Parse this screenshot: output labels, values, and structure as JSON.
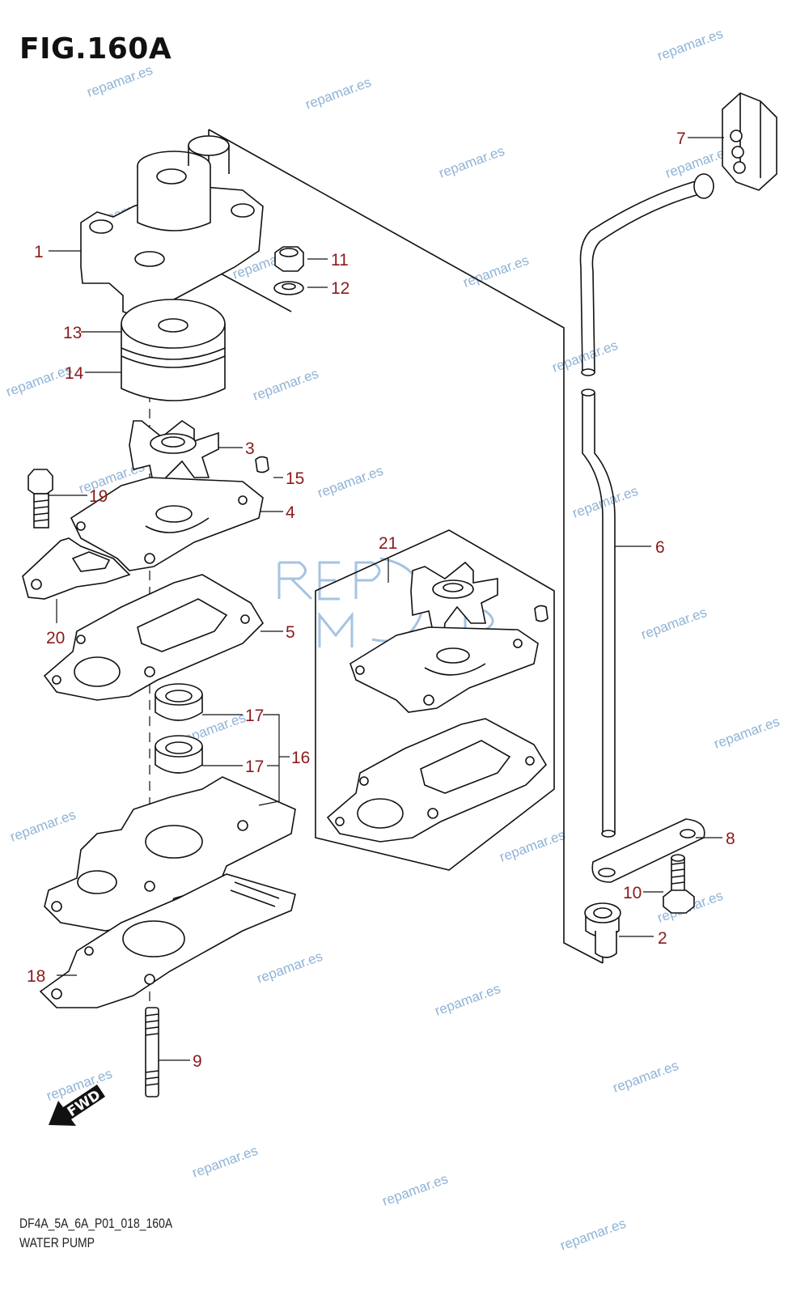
{
  "figure": {
    "title": "FIG.160A",
    "code": "DF4A_5A_6A_P01_018_160A",
    "name": "WATER PUMP"
  },
  "colors": {
    "callout": "#8b1a1a",
    "watermark": "#8fb3d6",
    "line": "#111111"
  },
  "callouts": [
    "1",
    "2",
    "3",
    "4",
    "5",
    "6",
    "7",
    "8",
    "9",
    "10",
    "11",
    "12",
    "13",
    "14",
    "15",
    "16",
    "17",
    "17",
    "18",
    "19",
    "20",
    "21"
  ],
  "watermark": "repamar.es",
  "direction_label": "FWD"
}
